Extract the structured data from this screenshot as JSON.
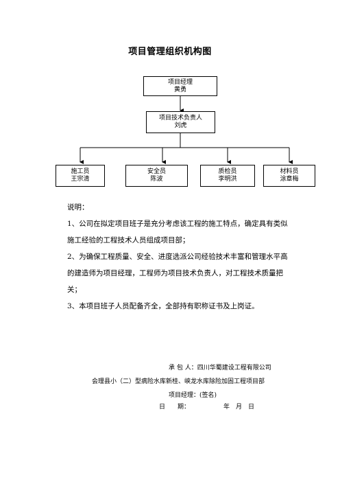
{
  "title": "项目管理组织机构图",
  "org": {
    "manager": {
      "role": "项目经理",
      "name": "黄勇"
    },
    "tech_lead": {
      "role": "项目技术负责人",
      "name": "刘虎"
    },
    "staff": [
      {
        "role": "施工员",
        "name": "王宗清"
      },
      {
        "role": "安全员",
        "name": "陈波"
      },
      {
        "role": "质检员",
        "name": "李明洪"
      },
      {
        "role": "材料员",
        "name": "涂章梅"
      }
    ]
  },
  "notes": {
    "heading": "说明：",
    "items": [
      "1、公司在拟定项目班子是充分考虑该工程的施工特点，确定具有类似施工经验的工程技术人员组成项目部；",
      "2、为确保工程质量、安全、进度选派公司经验技术丰富和管理水平高的建造师为项目经理，工程师为项目技术负责人，对工程技术质量把关；",
      "3、本项目班子人员配备齐全，全部持有职称证书及上岗证。"
    ]
  },
  "signature": {
    "contractor": "承 包 人：四川华蜀建设工程有限公司",
    "project": "会理县小（二）型病险水库新桂、峡龙水库除险加固工程项目部",
    "manager": "项目经理：(签名)",
    "date_label": "日　　期：",
    "date_fields": "年　月　日"
  }
}
